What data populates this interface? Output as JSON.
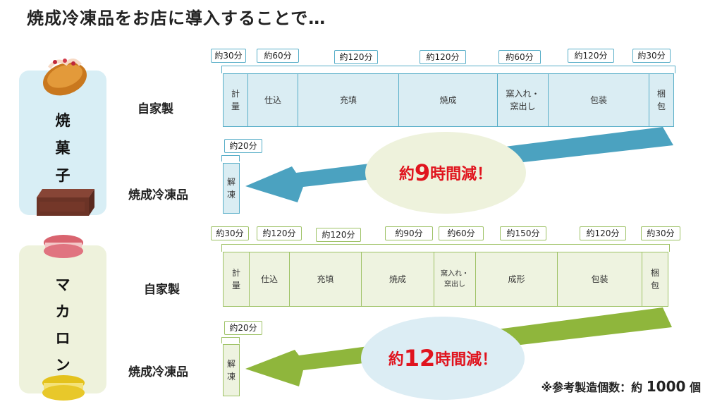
{
  "page_title": "焼成冷凍品をお店に導入することで…",
  "sections": [
    {
      "category_chars": [
        "焼",
        "菓",
        "子"
      ],
      "self_made_label": "自家製",
      "frozen_label": "焼成冷凍品",
      "steps": [
        {
          "label": "計量",
          "duration": "約30分"
        },
        {
          "label": "仕込",
          "duration": "約60分"
        },
        {
          "label": "充填",
          "duration": "約120分"
        },
        {
          "label": "焼成",
          "duration": "約120分"
        },
        {
          "label": "窯入れ・窯出し",
          "duration": "約60分"
        },
        {
          "label": "包装",
          "duration": "約120分"
        },
        {
          "label": "梱包",
          "duration": "約30分"
        }
      ],
      "frozen_step": {
        "label": "解凍",
        "duration": "約20分"
      },
      "saving": {
        "prefix": "約",
        "number": "9",
        "suffix": "時間減！"
      }
    },
    {
      "category_chars": [
        "マ",
        "カ",
        "ロ",
        "ン"
      ],
      "self_made_label": "自家製",
      "frozen_label": "焼成冷凍品",
      "steps": [
        {
          "label": "計量",
          "duration": "約30分"
        },
        {
          "label": "仕込",
          "duration": "約120分"
        },
        {
          "label": "充填",
          "duration": "約120分"
        },
        {
          "label": "焼成",
          "duration": "約90分"
        },
        {
          "label": "窯入れ・窯出し",
          "duration": "約60分"
        },
        {
          "label": "成形",
          "duration": "約150分"
        },
        {
          "label": "包装",
          "duration": "約120分"
        },
        {
          "label": "梱包",
          "duration": "約30分"
        }
      ],
      "frozen_step": {
        "label": "解凍",
        "duration": "約20分"
      },
      "saving": {
        "prefix": "約",
        "number": "12",
        "suffix": "時間減！"
      }
    }
  ],
  "footnote": {
    "prefix": "※参考製造個数：約",
    "count": "1000",
    "unit": "個"
  },
  "colors": {
    "blue_line": "#58aec8",
    "blue_fill": "#daedf3",
    "green_line": "#9ec266",
    "green_fill": "#eef3e0",
    "accent_red": "#e0141e"
  }
}
